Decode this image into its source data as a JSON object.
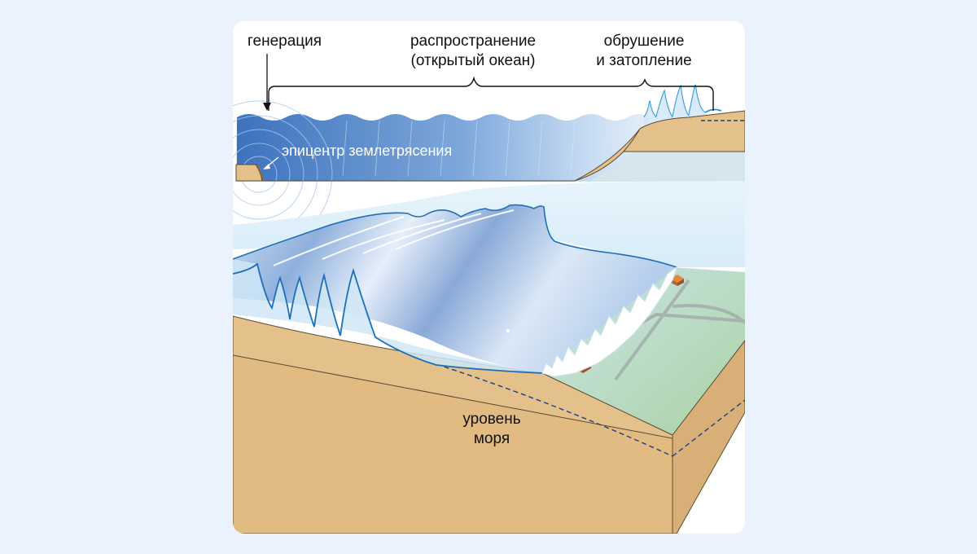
{
  "labels": {
    "generation": "генерация",
    "propagation_line1": "распространение",
    "propagation_line2": "(открытый океан)",
    "breaking_line1": "обрушение",
    "breaking_line2": "и затопление",
    "epicenter": "эпицентр землетрясения",
    "sea_level_line1": "уровень",
    "sea_level_line2": "моря"
  },
  "colors": {
    "page_background": "#eaf2fd",
    "card_background": "#ffffff",
    "water": "#4a7fc4",
    "water_light": "#cfe6f6",
    "wave_line": "#1f8fd0",
    "sand": "#e4c08a",
    "sand_outline": "#5a4a35",
    "land_green": "#b7d8b4",
    "house": "#e08a3a",
    "dashed_line": "#1d3f8a"
  }
}
